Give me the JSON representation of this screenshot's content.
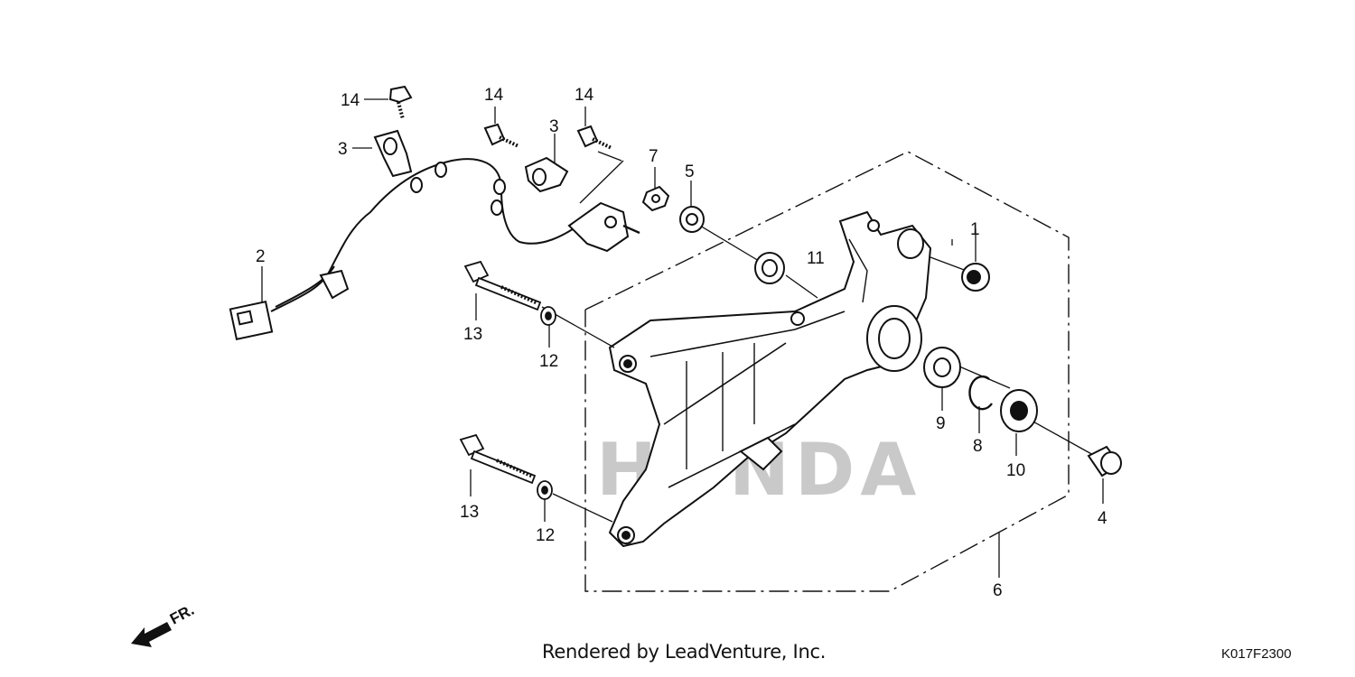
{
  "callouts": {
    "c1": "1",
    "c2": "2",
    "c3a": "3",
    "c3b": "3",
    "c4": "4",
    "c5": "5",
    "c6": "6",
    "c7": "7",
    "c8": "8",
    "c9": "9",
    "c10": "10",
    "c11": "11",
    "c12a": "12",
    "c12b": "12",
    "c13a": "13",
    "c13b": "13",
    "c14a": "14",
    "c14b": "14",
    "c14c": "14"
  },
  "direction_label": "FR.",
  "watermark": "HONDA",
  "footer": {
    "credit": "Rendered by LeadVenture, Inc.",
    "code": "K017F2300"
  },
  "colors": {
    "line": "#111111",
    "watermark": "#c9c9c9",
    "background": "#ffffff"
  }
}
